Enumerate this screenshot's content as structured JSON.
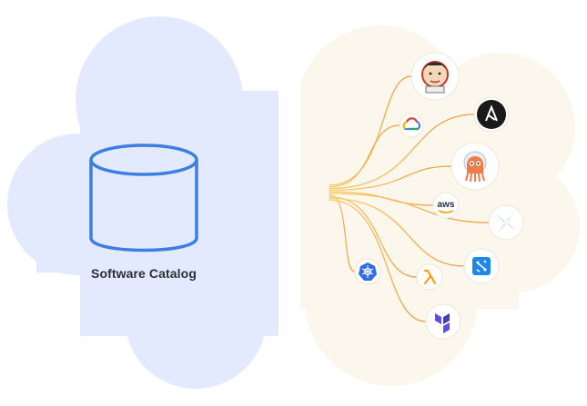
{
  "catalog": {
    "label": "Software Catalog"
  },
  "integrations": [
    {
      "name": "Jenkins",
      "icon": "jenkins-icon"
    },
    {
      "name": "Google Cloud",
      "icon": "google-cloud-icon"
    },
    {
      "name": "Ansible",
      "icon": "ansible-icon"
    },
    {
      "name": "Argo",
      "icon": "argo-icon"
    },
    {
      "name": "AWS",
      "icon": "aws-icon",
      "text": "aws"
    },
    {
      "name": "Apache Airflow",
      "icon": "airflow-icon"
    },
    {
      "name": "Kubernetes",
      "icon": "kubernetes-icon"
    },
    {
      "name": "AWS Lambda",
      "icon": "lambda-icon"
    },
    {
      "name": "Azure DevOps",
      "icon": "azure-devops-icon"
    },
    {
      "name": "Terraform",
      "icon": "terraform-icon"
    }
  ],
  "colors": {
    "left_cloud": "#e4eafd",
    "right_cloud": "#fbf7ec",
    "database_stroke": "#3d7fe0",
    "connector_orange": "#f29b3d",
    "connector_yellow": "#f6cf72",
    "label_text": "#2b2f38"
  }
}
